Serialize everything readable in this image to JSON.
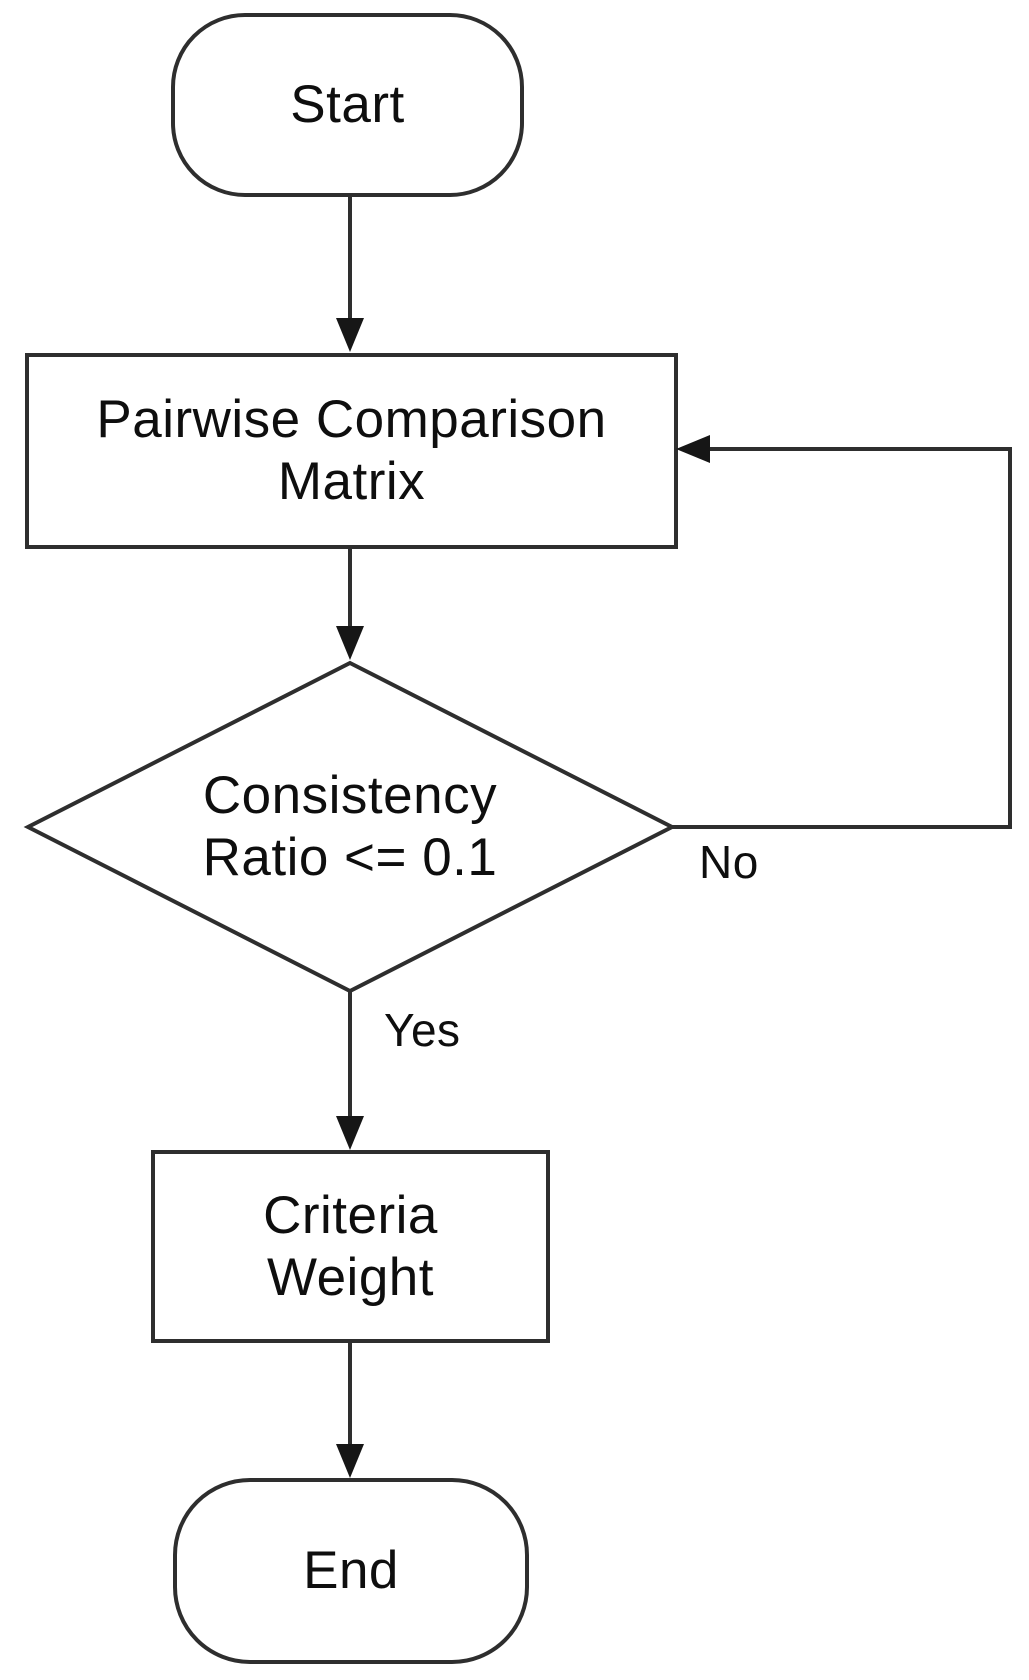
{
  "flowchart": {
    "nodes": {
      "start": {
        "label": "Start",
        "shape": "terminator"
      },
      "pairwise_matrix": {
        "line1": "Pairwise Comparison",
        "line2": "Matrix",
        "shape": "process"
      },
      "consistency_decision": {
        "line1": "Consistency",
        "line2": "Ratio <= 0.1",
        "shape": "decision"
      },
      "criteria_weight": {
        "line1": "Criteria",
        "line2": "Weight",
        "shape": "process"
      },
      "end": {
        "label": "End",
        "shape": "terminator"
      }
    },
    "edges": [
      {
        "from": "start",
        "to": "pairwise_matrix",
        "label": ""
      },
      {
        "from": "pairwise_matrix",
        "to": "consistency_decision",
        "label": ""
      },
      {
        "from": "consistency_decision",
        "to": "criteria_weight",
        "label": "Yes"
      },
      {
        "from": "consistency_decision",
        "to": "pairwise_matrix",
        "label": "No"
      },
      {
        "from": "criteria_weight",
        "to": "end",
        "label": ""
      }
    ],
    "colors": {
      "line": "#2e2e2e",
      "arrowhead": "#161616",
      "text": "#0e0e0e",
      "background": "#ffffff"
    }
  }
}
